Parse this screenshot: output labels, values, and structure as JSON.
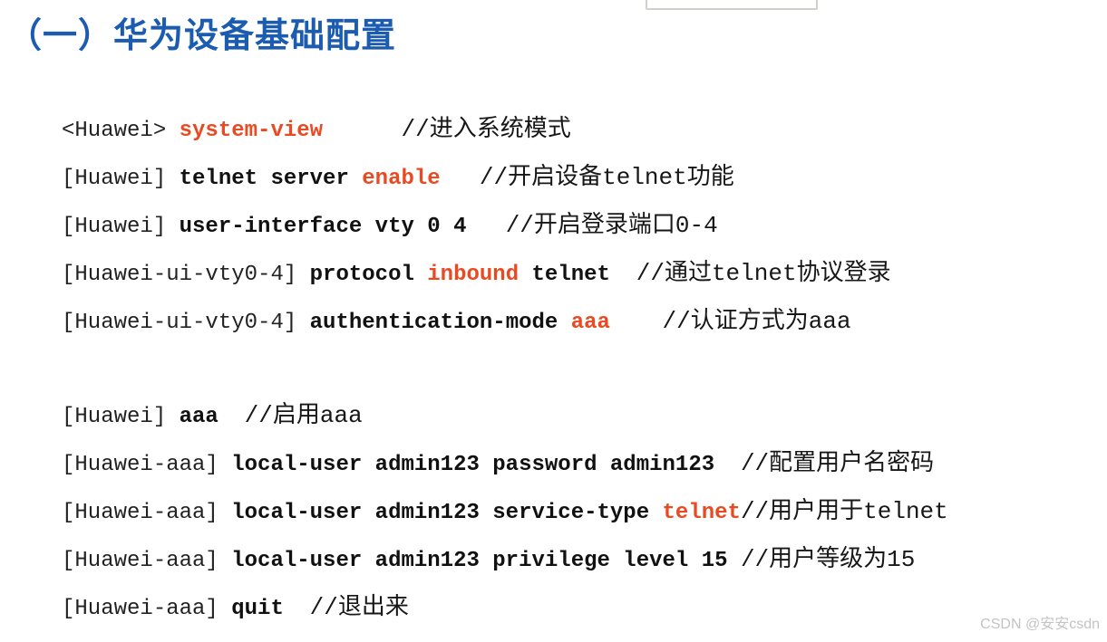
{
  "title": "（一）华为设备基础配置",
  "watermark": "CSDN @安安csdn",
  "colors": {
    "title_blue": "#1b5cb0",
    "command_red": "#e94a22",
    "text_black": "#111111",
    "watermark_gray": "#c3c3c3",
    "background": "#ffffff"
  },
  "terminal": {
    "lines": [
      {
        "segments": [
          {
            "t": "<Huawei> ",
            "s": "prompt"
          },
          {
            "t": "system-view",
            "s": "red"
          },
          {
            "t": "      ",
            "s": "plain"
          },
          {
            "t": "//进入系统模式",
            "s": "comment"
          }
        ]
      },
      {
        "segments": [
          {
            "t": "[Huawei] ",
            "s": "prompt"
          },
          {
            "t": "telnet server ",
            "s": "cmd"
          },
          {
            "t": "enable",
            "s": "red"
          },
          {
            "t": "   ",
            "s": "plain"
          },
          {
            "t": "//开启设备telnet功能",
            "s": "comment"
          }
        ]
      },
      {
        "segments": [
          {
            "t": "[Huawei] ",
            "s": "prompt"
          },
          {
            "t": "user-interface vty 0 4",
            "s": "cmd"
          },
          {
            "t": "   ",
            "s": "plain"
          },
          {
            "t": "//开启登录端口0-4",
            "s": "comment"
          }
        ]
      },
      {
        "segments": [
          {
            "t": "[Huawei-ui-vty0-4] ",
            "s": "prompt"
          },
          {
            "t": "protocol ",
            "s": "cmd"
          },
          {
            "t": "inbound",
            "s": "red"
          },
          {
            "t": " telnet",
            "s": "cmd"
          },
          {
            "t": "  ",
            "s": "plain"
          },
          {
            "t": "//通过telnet协议登录",
            "s": "comment"
          }
        ]
      },
      {
        "segments": [
          {
            "t": "[Huawei-ui-vty0-4] ",
            "s": "prompt"
          },
          {
            "t": "authentication-mode ",
            "s": "cmd"
          },
          {
            "t": "aaa",
            "s": "red"
          },
          {
            "t": "    ",
            "s": "plain"
          },
          {
            "t": "//认证方式为aaa",
            "s": "comment"
          }
        ]
      },
      {
        "blank": true,
        "segments": []
      },
      {
        "segments": [
          {
            "t": "[Huawei] ",
            "s": "prompt"
          },
          {
            "t": "aaa",
            "s": "cmd"
          },
          {
            "t": "  ",
            "s": "plain"
          },
          {
            "t": "//启用aaa",
            "s": "comment"
          }
        ]
      },
      {
        "segments": [
          {
            "t": "[Huawei-aaa] ",
            "s": "prompt"
          },
          {
            "t": "local-user admin123 password admin123",
            "s": "cmd"
          },
          {
            "t": "  ",
            "s": "plain"
          },
          {
            "t": "//配置用户名密码",
            "s": "comment"
          }
        ]
      },
      {
        "segments": [
          {
            "t": "[Huawei-aaa] ",
            "s": "prompt"
          },
          {
            "t": "local-user admin123 service-type ",
            "s": "cmd"
          },
          {
            "t": "telnet",
            "s": "red"
          },
          {
            "t": "//用户用于telnet",
            "s": "comment"
          }
        ]
      },
      {
        "segments": [
          {
            "t": "[Huawei-aaa] ",
            "s": "prompt"
          },
          {
            "t": "local-user admin123 privilege level 15",
            "s": "cmd"
          },
          {
            "t": " ",
            "s": "plain"
          },
          {
            "t": "//用户等级为15",
            "s": "comment"
          }
        ]
      },
      {
        "segments": [
          {
            "t": "[Huawei-aaa] ",
            "s": "prompt"
          },
          {
            "t": "quit",
            "s": "cmd"
          },
          {
            "t": "  ",
            "s": "plain"
          },
          {
            "t": "//退出来",
            "s": "comment"
          }
        ]
      }
    ]
  }
}
